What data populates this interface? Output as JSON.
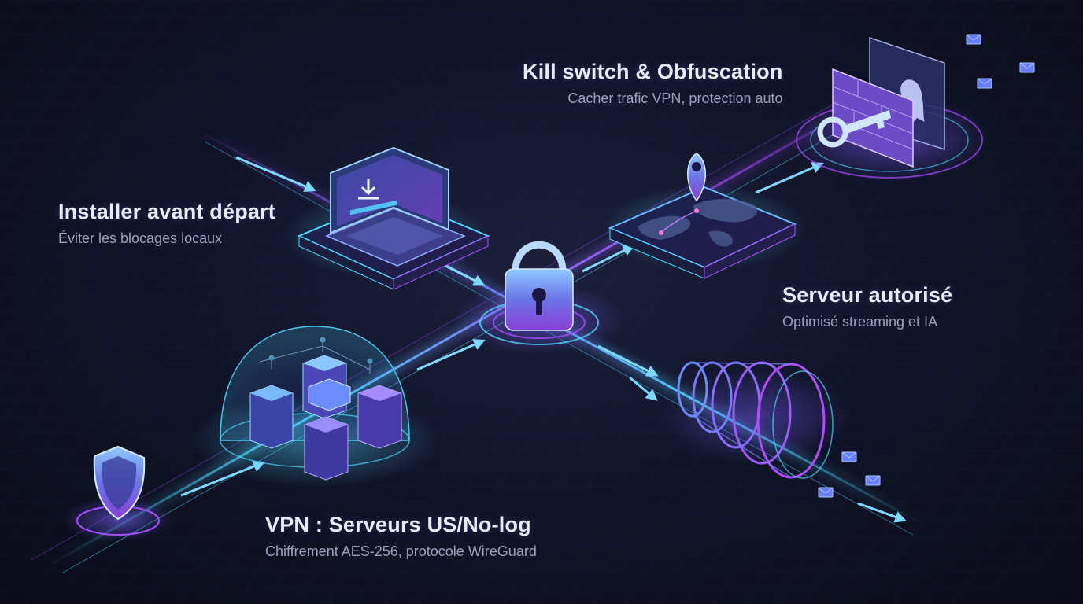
{
  "labels": {
    "install": {
      "title": "Installer avant départ",
      "subtitle": "Éviter les blocages locaux"
    },
    "kill": {
      "title": "Kill switch & Obfuscation",
      "subtitle": "Cacher trafic VPN, protection auto"
    },
    "server": {
      "title": "Serveur autorisé",
      "subtitle": "Optimisé streaming et IA"
    },
    "vpn": {
      "title": "VPN : Serveurs US/No-log",
      "subtitle": "Chiffrement AES-256, protocole WireGuard"
    }
  },
  "icons": [
    "shield-icon",
    "server-cluster-icon",
    "laptop-download-icon",
    "padlock-icon",
    "world-map-pin-icon",
    "firewall-key-ghost-icon",
    "tunnel-icon",
    "envelope-icon"
  ],
  "colors": {
    "background": "#0d1020",
    "accent_cyan": "#4fd8ff",
    "accent_purple": "#a64dff",
    "accent_blue": "#5b7bff",
    "title_text": "#e9ecf6",
    "subtitle_text": "#9aa1bd"
  }
}
